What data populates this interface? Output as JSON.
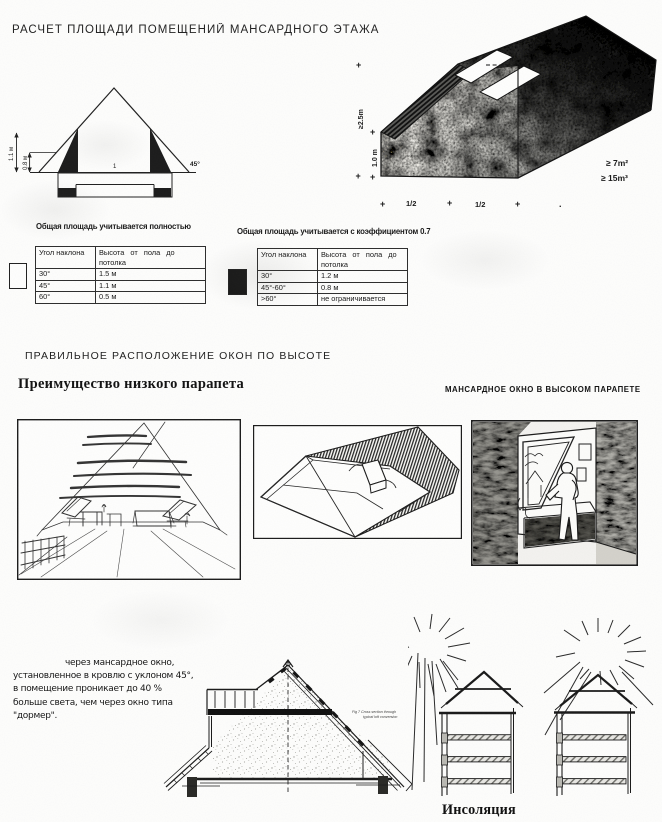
{
  "document": {
    "kind": "scanned architecture handbook page",
    "language": "Russian",
    "ink_color": "#1c1c1c",
    "paper_color": "#fcfcfb"
  },
  "heading1": "РАСЧЕТ ПЛОЩАДИ ПОМЕЩЕНИЙ МАНСАРДНОГО ЭТАЖА",
  "heading2": "ПРАВИЛЬНОЕ РАСПОЛОЖЕНИЕ ОКОН ПО ВЫСОТЕ",
  "subheading_left": "Преимущество низкого парапета",
  "subheading_right": "МАНСАРДНОЕ ОКНО В ВЫСОКОМ ПАРАПЕТЕ",
  "section_figure": {
    "description": "cross-section of attic with 45 degree roof",
    "angle_label": "45°",
    "span_label": "1",
    "height_full": "1.1 м",
    "height_coeff": "0.8 м"
  },
  "axon_figure": {
    "description": "axonometric of mansard volume with rooflights",
    "plus": "+",
    "half": "1/2",
    "dot": ".",
    "dim_height": "≥2.5m",
    "dim_wall": "1.0 m",
    "min_area": "≥  7m²",
    "min_volume": "≥ 15m³"
  },
  "tables": {
    "full": {
      "caption": "Общая площадь учитывается полностью",
      "col1": "Угол наклона",
      "col2_line1": "Высота от пола до",
      "col2_line2": "потолка",
      "rows": [
        [
          "30°",
          "1.5 м"
        ],
        [
          "45°",
          "1.1 м"
        ],
        [
          "60°",
          "0.5 м"
        ]
      ]
    },
    "coeff": {
      "caption": "Общая площадь учитывается с коэффициентом 0.7",
      "col1": "Угол наклона",
      "col2_line1": "Высота от пола до",
      "col2_line2": "потолка",
      "rows": [
        [
          "30°",
          "1.2 м"
        ],
        [
          "45°-60°",
          "0.8 м"
        ],
        [
          ">60°",
          "не ограничивается"
        ]
      ]
    }
  },
  "note": {
    "lines": [
      "через мансардное окно,",
      "установленное в кровлю с уклоном 45°,",
      "в помещение проникает до 40 %",
      "больше света, чем через окно типа",
      "\"дормер\"."
    ]
  },
  "cross_section_caption": {
    "line1": "Fig 7  Cross section through",
    "line2": "typical loft conversion"
  },
  "insolation_label": "Инсоляция"
}
